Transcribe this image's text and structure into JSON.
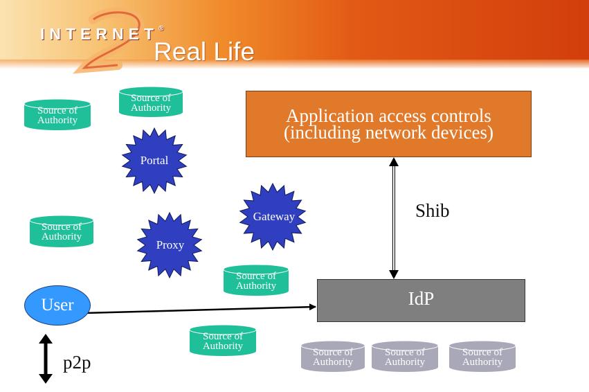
{
  "header": {
    "logo_text": "INTERNET",
    "logo_mark": "2",
    "registered": "®",
    "title": "Real Life"
  },
  "nodes": {
    "app_box": {
      "line1": "Application access controls",
      "line2": "(including network devices)"
    },
    "idp": "IdP",
    "user": "User",
    "portal": "Portal",
    "proxy": "Proxy",
    "gateway": "Gateway"
  },
  "labels": {
    "shib": "Shib",
    "p2p": "p2p"
  },
  "sources": {
    "line1": "Source of",
    "line2": "Authority"
  },
  "colors": {
    "header_orange": "#e25a15",
    "app_box_fill": "#e07a2a",
    "idp_fill": "#7f7f7f",
    "user_fill": "#3399ff",
    "starburst_fill": "#2f3fbf",
    "source_teal": "#1fbf99",
    "source_gray": "#a8a8b8"
  }
}
